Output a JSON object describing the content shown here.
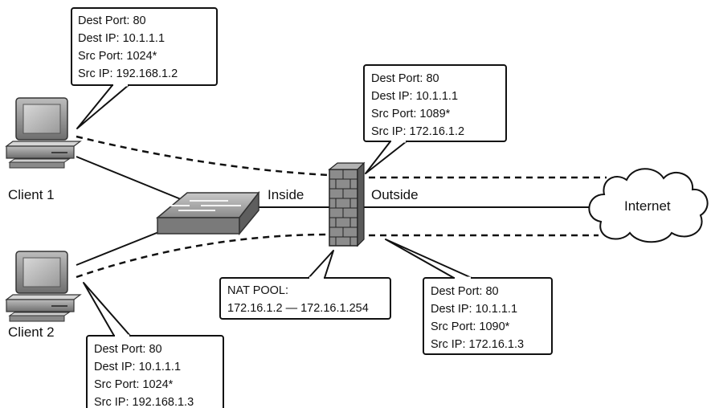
{
  "nodes": {
    "client1": "Client 1",
    "client2": "Client 2",
    "inside": "Inside",
    "outside": "Outside",
    "internet": "Internet"
  },
  "callouts": {
    "client1": [
      "Dest Port: 80",
      "Dest IP: 10.1.1.1",
      "Src Port: 1024*",
      "Src IP: 192.168.1.2"
    ],
    "outside_top": [
      "Dest Port: 80",
      "Dest IP: 10.1.1.1",
      "Src Port: 1089*",
      "Src IP: 172.16.1.2"
    ],
    "nat_pool": [
      "NAT POOL:",
      "172.16.1.2 — 172.16.1.254"
    ],
    "outside_bottom": [
      "Dest Port: 80",
      "Dest IP: 10.1.1.1",
      "Src Port: 1090*",
      "Src IP: 172.16.1.3"
    ],
    "client2": [
      "Dest Port: 80",
      "Dest IP: 10.1.1.1",
      "Src Port: 1024*",
      "Src IP: 192.168.1.3"
    ]
  }
}
